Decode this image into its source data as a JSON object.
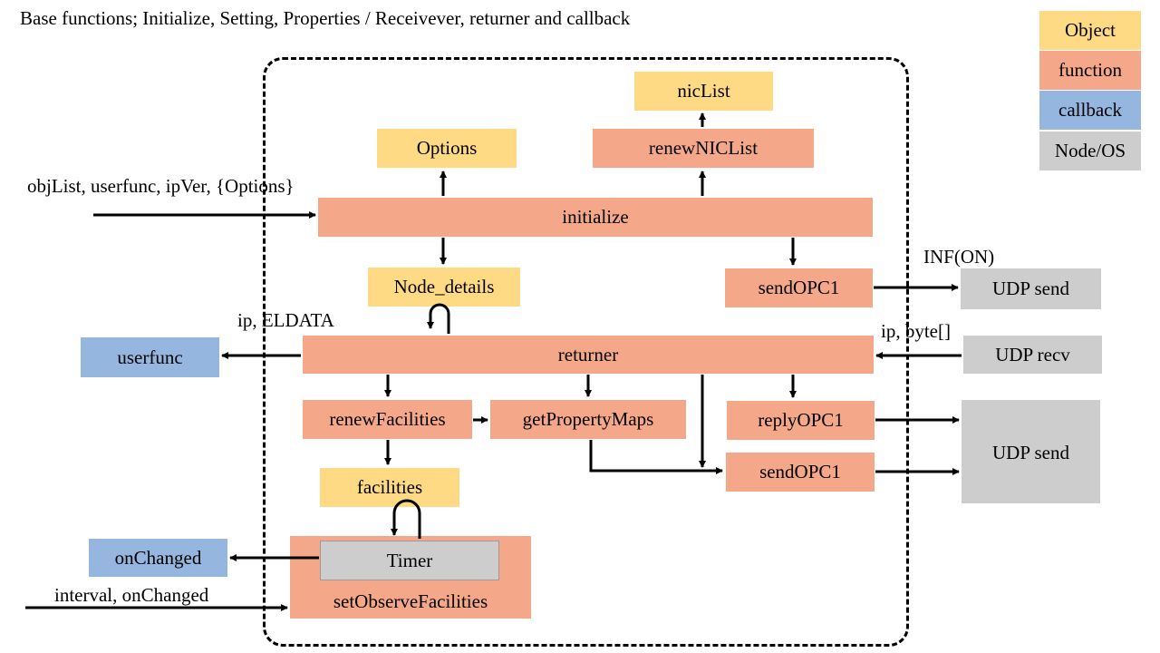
{
  "title": "Base functions; Initialize, Setting, Properties / Receivever, returner and callback",
  "legend": {
    "object": "Object",
    "function": "function",
    "callback": "callback",
    "nodeos": "Node/OS"
  },
  "nodes": {
    "nicList": "nicList",
    "renewNICList": "renewNICList",
    "options": "Options",
    "initialize": "initialize",
    "node_details": "Node_details",
    "sendOPC1_top": "sendOPC1",
    "udp_send_top": "UDP send",
    "udp_recv": "UDP recv",
    "returner": "returner",
    "userfunc": "userfunc",
    "renewFacilities": "renewFacilities",
    "getPropertyMaps": "getPropertyMaps",
    "replyOPC1": "replyOPC1",
    "sendOPC1_bottom": "sendOPC1",
    "udp_send_bottom": "UDP send",
    "facilities": "facilities",
    "timer": "Timer",
    "setObserveFacilities": "setObserveFacilities",
    "onChanged": "onChanged"
  },
  "edge_labels": {
    "initialize_args": "objList, userfunc, ipVer, {Options}",
    "inf_on": "INF(ON)",
    "ip_eldata": "ip, ELDATA",
    "ip_byte": "ip, byte[]",
    "interval_onchanged": "interval, onChanged"
  }
}
